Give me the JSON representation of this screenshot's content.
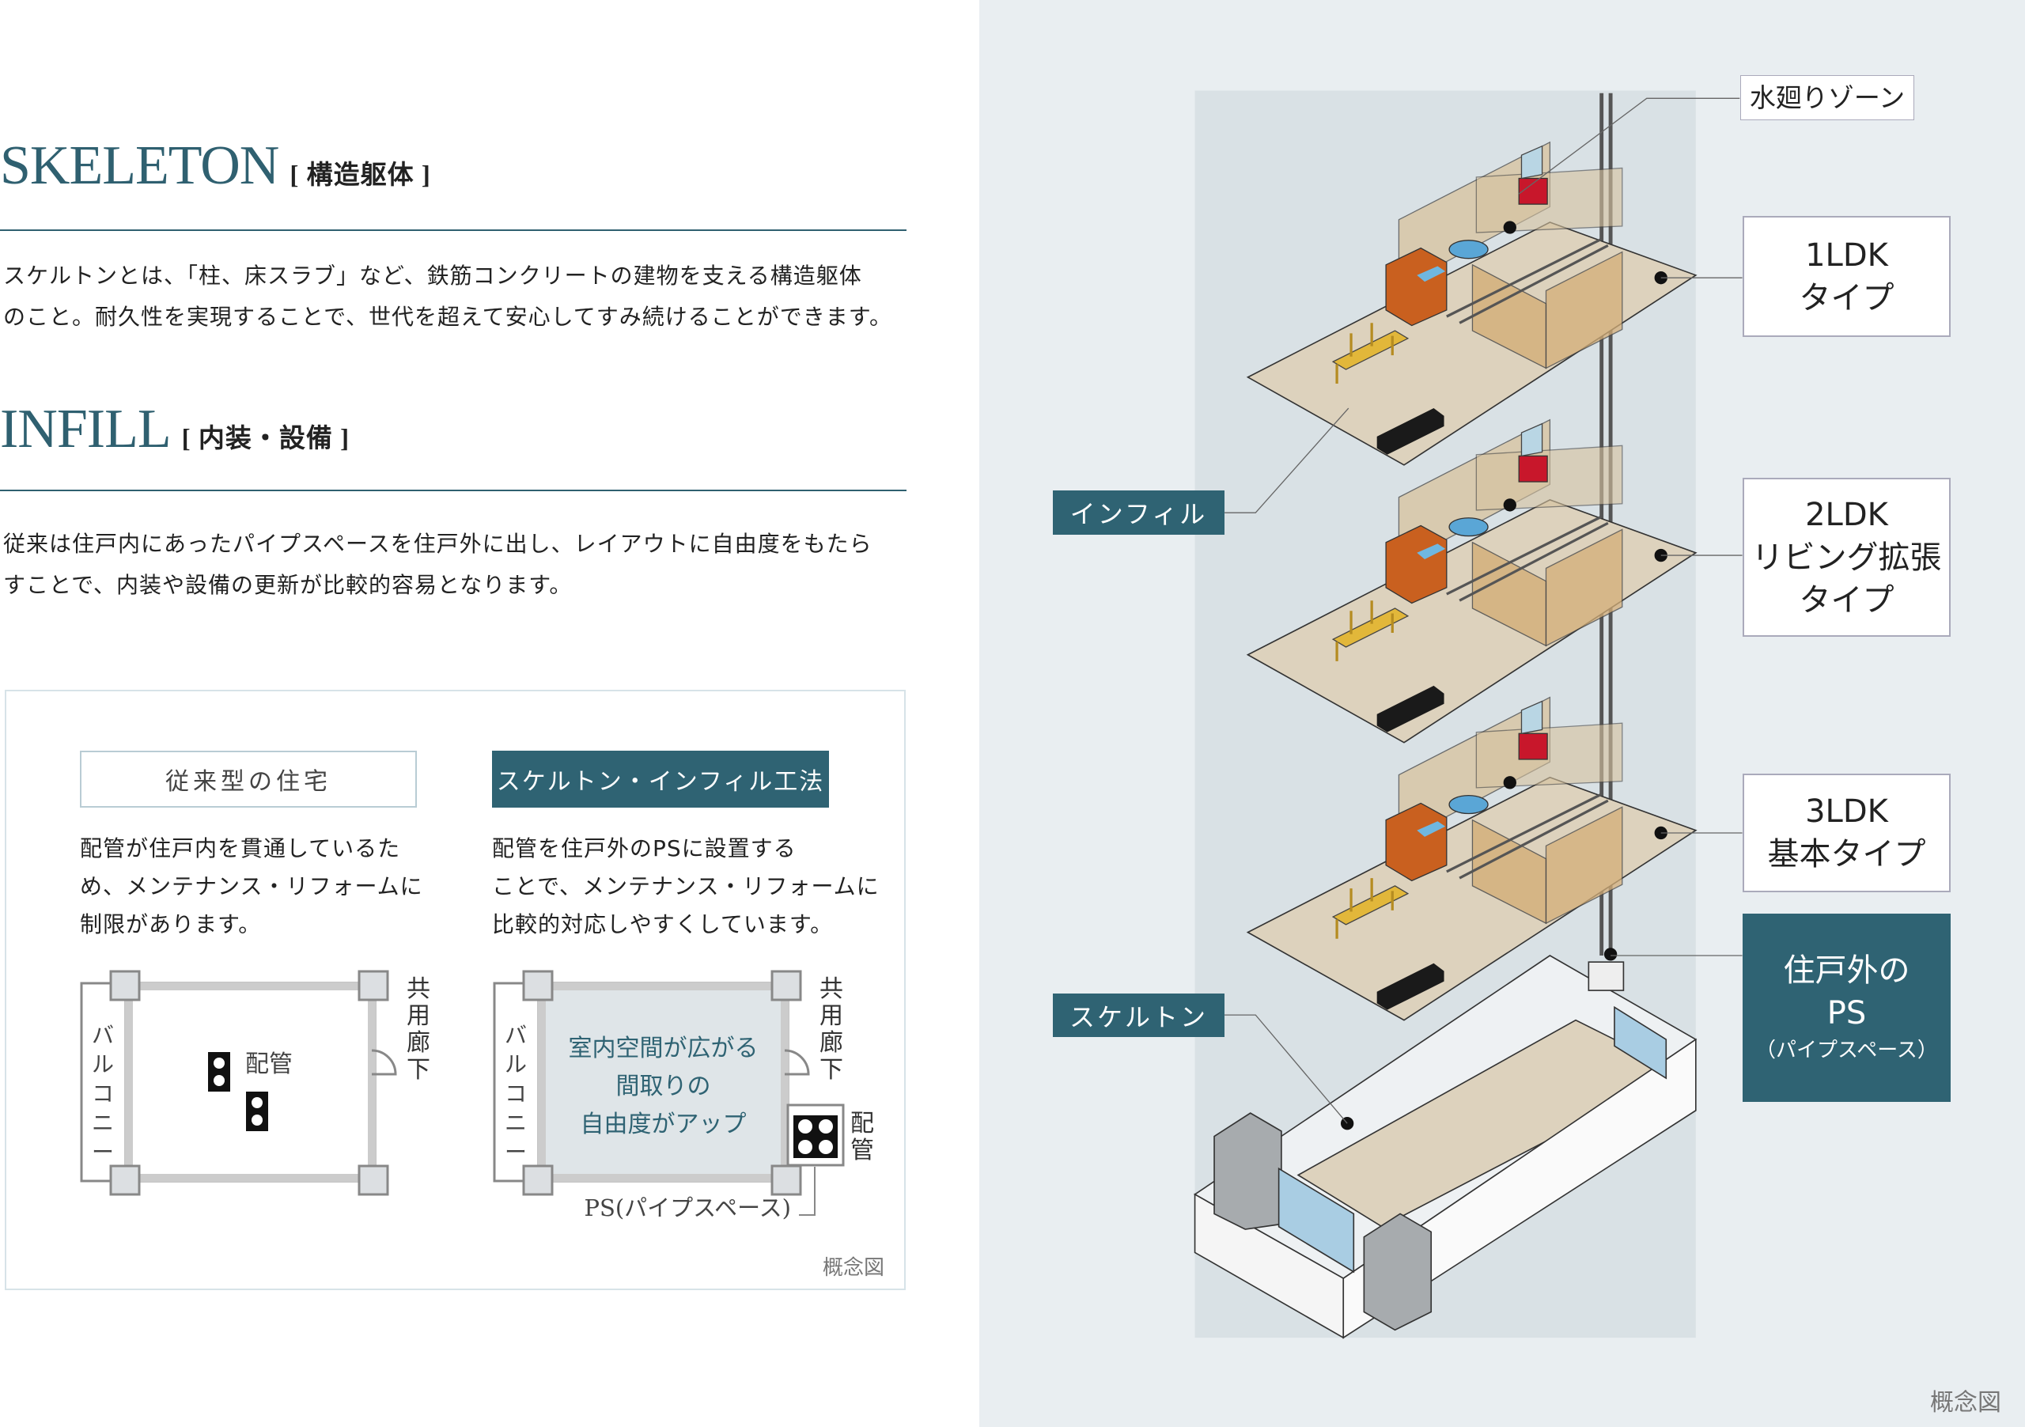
{
  "skeleton": {
    "title": "SKELETON",
    "subtitle": "[ 構造躯体 ]",
    "text": [
      "スケルトンとは、「柱、床スラブ」など、鉄筋コンクリートの建物を支える構造躯体",
      "のこと。耐久性を実現することで、世代を超えて安心してすみ続けることができます。"
    ]
  },
  "infill": {
    "title": "INFILL",
    "subtitle": "[ 内装・設備 ]",
    "text": [
      "従来は住戸内にあったパイプスペースを住戸外に出し、レイアウトに自由度をもたら",
      "すことで、内装や設備の更新が比較的容易となります。"
    ]
  },
  "comparison": {
    "conventional": {
      "label": "従来型の住宅",
      "text": [
        "配管が住戸内を貫通しているた",
        "め、メンテナンス・リフォームに",
        "制限があります。"
      ],
      "balcony": "バルコニー",
      "corridor": "共用廊下",
      "pipe": "配管"
    },
    "si": {
      "label": "スケルトン・インフィル工法",
      "text": [
        "配管を住戸外のPSに設置する",
        "ことで、メンテナンス・リフォームに",
        "比較的対応しやすくしています。"
      ],
      "balcony": "バルコニー",
      "corridor": "共用廊下",
      "pipe": "配管",
      "room": [
        "室内空間が広がる",
        "間取りの",
        "自由度がアップ"
      ],
      "ps": "PS(パイプスペース)"
    },
    "note": "概念図"
  },
  "building": {
    "water_zone": "水廻りゾーン",
    "types": [
      {
        "line1": "1LDK",
        "line2": "タイプ"
      },
      {
        "line1": "2LDK",
        "line2": "リビング拡張",
        "line3": "タイプ"
      },
      {
        "line1": "3LDK",
        "line2": "基本タイプ"
      }
    ],
    "ps": {
      "line1": "住戸外の",
      "line2": "PS",
      "line3": "（パイプスペース）"
    },
    "infill_label": "インフィル",
    "skeleton_label": "スケルトン",
    "note": "概念図"
  }
}
